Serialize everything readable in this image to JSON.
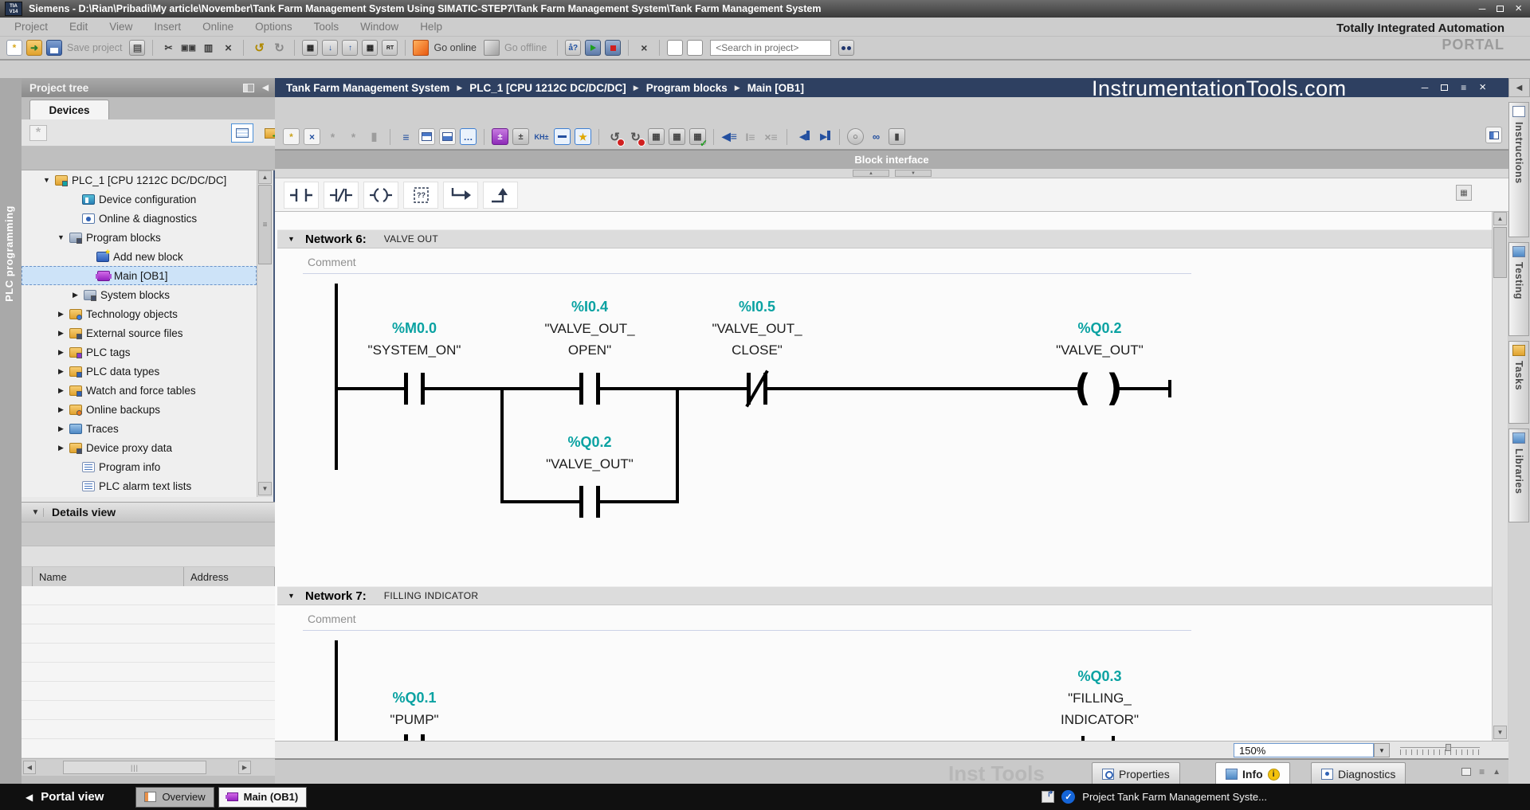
{
  "window": {
    "badge_line1": "TIA",
    "badge_line2": "V14",
    "title": "Siemens  -  D:\\Rian\\Pribadi\\My article\\November\\Tank Farm Management System Using SIMATIC-STEP7\\Tank Farm Management System\\Tank Farm Management System"
  },
  "menu": {
    "items": [
      "Project",
      "Edit",
      "View",
      "Insert",
      "Online",
      "Options",
      "Tools",
      "Window",
      "Help"
    ]
  },
  "toolbar": {
    "save_label": "Save project",
    "go_online": "Go online",
    "go_offline": "Go offline",
    "search_placeholder": "<Search in project>"
  },
  "tia_portal": {
    "line1": "Totally Integrated Automation",
    "line2": "PORTAL"
  },
  "breadcrumb": {
    "items": [
      "Tank Farm Management System",
      "PLC_1 [CPU 1212C DC/DC/DC]",
      "Program blocks",
      "Main [OB1]"
    ],
    "watermark": "InstrumentationTools.com"
  },
  "left_strip": {
    "label": "PLC programming"
  },
  "project_tree": {
    "title": "Project tree",
    "tab": "Devices",
    "items": [
      {
        "label": "PLC_1 [CPU 1212C DC/DC/DC]",
        "exp": "▼"
      },
      {
        "label": "Device configuration",
        "exp": ""
      },
      {
        "label": "Online & diagnostics",
        "exp": ""
      },
      {
        "label": "Program blocks",
        "exp": "▼"
      },
      {
        "label": "Add new block",
        "exp": ""
      },
      {
        "label": "Main [OB1]",
        "exp": ""
      },
      {
        "label": "System blocks",
        "exp": "▶"
      },
      {
        "label": "Technology objects",
        "exp": "▶"
      },
      {
        "label": "External source files",
        "exp": "▶"
      },
      {
        "label": "PLC tags",
        "exp": "▶"
      },
      {
        "label": "PLC data types",
        "exp": "▶"
      },
      {
        "label": "Watch and force tables",
        "exp": "▶"
      },
      {
        "label": "Online backups",
        "exp": "▶"
      },
      {
        "label": "Traces",
        "exp": "▶"
      },
      {
        "label": "Device proxy data",
        "exp": "▶"
      },
      {
        "label": "Program info",
        "exp": ""
      },
      {
        "label": "PLC alarm text lists",
        "exp": ""
      }
    ]
  },
  "details_view": {
    "title": "Details view",
    "col_name": "Name",
    "col_address": "Address"
  },
  "editor": {
    "block_interface": "Block interface"
  },
  "ladder": {
    "n6": {
      "num": "Network 6:",
      "title": "VALVE OUT",
      "comment": "Comment",
      "m00": {
        "addr": "%M0.0",
        "name": "\"SYSTEM_ON\""
      },
      "i04": {
        "addr": "%I0.4",
        "name": "\"VALVE_OUT_\nOPEN\""
      },
      "i05": {
        "addr": "%I0.5",
        "name": "\"VALVE_OUT_\nCLOSE\""
      },
      "q02c": {
        "addr": "%Q0.2",
        "name": "\"VALVE_OUT\""
      },
      "q02b": {
        "addr": "%Q0.2",
        "name": "\"VALVE_OUT\""
      }
    },
    "n7": {
      "num": "Network 7:",
      "title": "FILLING INDICATOR",
      "comment": "Comment",
      "q01": {
        "addr": "%Q0.1",
        "name": "\"PUMP\""
      },
      "q03": {
        "addr": "%Q0.3",
        "name": "\"FILLING_\nINDICATOR\""
      }
    }
  },
  "right_tabs": {
    "items": [
      "Instructions",
      "Testing",
      "Tasks",
      "Libraries"
    ]
  },
  "inspector": {
    "watermark": "Inst Tools",
    "zoom_level": "150%",
    "tabs": [
      "Properties",
      "Info",
      "Diagnostics"
    ]
  },
  "bottom_bar": {
    "portal": "Portal view",
    "overview": "Overview",
    "main": "Main (OB1)",
    "status": "Project Tank Farm Management Syste..."
  },
  "icons": {
    "new-project-icon": "star page",
    "open-project-icon": "folder",
    "save-project-icon": "floppy",
    "print-icon": "printer",
    "cut-icon": "scissors ✂",
    "undo-icon": "↺",
    "redo-icon": "↻",
    "go-online-icon": "orange plug",
    "go-offline-icon": "gray plug",
    "search-icon": "binoculars",
    "no-contact-icon": "-| |-",
    "nc-contact-icon": "-|/|-",
    "coil-icon": "-( )-",
    "empty-box-icon": "[??]",
    "open-branch-icon": "arrow down-right",
    "close-branch-icon": "arrow up-right",
    "properties-icon": "magnifier doc",
    "info-icon": "pencil doc",
    "diagnostics-icon": "stethoscope doc",
    "portal-back-icon": "◀",
    "check-icon": "✓"
  }
}
